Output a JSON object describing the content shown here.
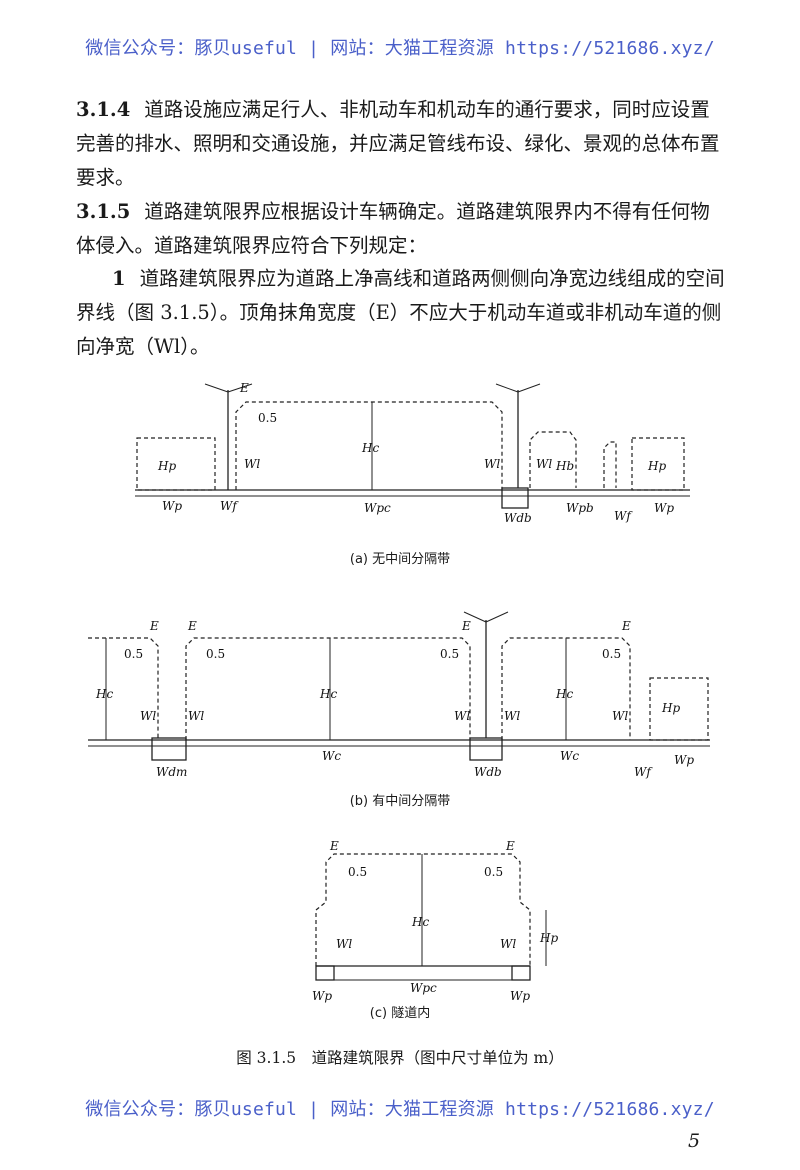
{
  "banner": {
    "text": "微信公众号：豚贝useful | 网站：大猫工程资源 https://521686.xyz/"
  },
  "clauses": [
    {
      "num": "3.1.4",
      "text": "道路设施应满足行人、非机动车和机动车的通行要求，同时应设置完善的排水、照明和交通设施，并应满足管线布设、绿化、景观的总体布置要求。"
    },
    {
      "num": "3.1.5",
      "text": "道路建筑限界应根据设计车辆确定。道路建筑限界内不得有任何物体侵入。道路建筑限界应符合下列规定："
    },
    {
      "num": "1",
      "text": "道路建筑限界应为道路上净高线和道路两侧侧向净宽边线组成的空间界线（图 3.1.5）。顶角抹角宽度（E）不应大于机动车道或非机动车道的侧向净宽（Wl）。"
    }
  ],
  "figure": {
    "captions": {
      "a": "(a) 无中间分隔带",
      "b": "(b) 有中间分隔带",
      "c": "(c) 隧道内"
    },
    "title": "图 3.1.5　道路建筑限界（图中尺寸单位为 m）",
    "labels": {
      "E": "E",
      "half": "0.5",
      "Hc": "Hc",
      "Hp": "Hp",
      "Hb": "Hb",
      "Wl": "Wl",
      "Wp": "Wp",
      "Wf": "Wf",
      "Wpc": "Wpc",
      "Wdb": "Wdb",
      "Wpb": "Wpb",
      "Wc": "Wc",
      "Wdm": "Wdm"
    }
  },
  "page_number": "5"
}
